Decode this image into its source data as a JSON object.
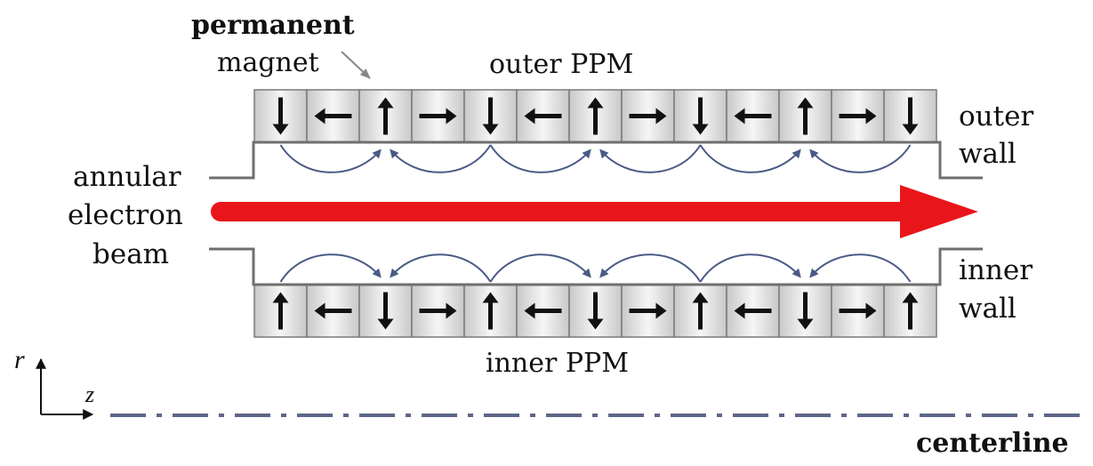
{
  "labels": {
    "permanent_magnet_line1": "permanent",
    "permanent_magnet_line2": "magnet",
    "outer_ppm": "outer PPM",
    "inner_ppm": "inner PPM",
    "outer_wall_line1": "outer",
    "outer_wall_line2": "wall",
    "inner_wall_line1": "inner",
    "inner_wall_line2": "wall",
    "beam_line1": "annular",
    "beam_line2": "electron",
    "beam_line3": "beam",
    "axis_r": "r",
    "axis_z": "z",
    "centerline": "centerline"
  },
  "magnets": {
    "outer": [
      "down",
      "left",
      "up",
      "right",
      "down",
      "left",
      "up",
      "right",
      "down",
      "left",
      "up",
      "right",
      "down"
    ],
    "inner": [
      "up",
      "left",
      "down",
      "right",
      "up",
      "left",
      "down",
      "right",
      "up",
      "left",
      "down",
      "right",
      "up"
    ]
  },
  "colors": {
    "beam": "#e8161b",
    "field_lines": "#4a5a86",
    "magnet_fill_light": "#f4f4f4",
    "magnet_fill_dark": "#c9c9c9",
    "magnet_border": "#7a7a7a",
    "wall": "#6f6f6f",
    "centerline": "#5d6688",
    "arrow": "#111111"
  }
}
